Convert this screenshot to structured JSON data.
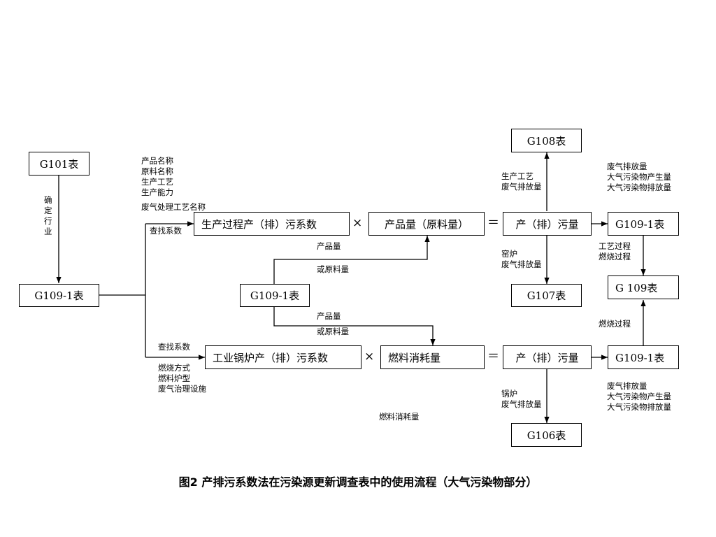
{
  "boxes": {
    "g101": "G101表",
    "g109_1_left": "G109-1表",
    "g109_1_mid": "G109-1表",
    "g108": "G108表",
    "g107": "G107表",
    "g106": "G106表",
    "g109": "G 109表",
    "g109_1_top_right": "G109-1表",
    "g109_1_bottom_right": "G109-1表",
    "process_coef": "生产过程产（排）污系数",
    "product_qty": "产品量（原料量）",
    "emission_top": "产（排）污量",
    "boiler_coef": "工业锅炉产（排）污系数",
    "fuel_qty": "燃料消耗量",
    "emission_bottom": "产（排）污量"
  },
  "operators": {
    "times": "×",
    "equals": "＝"
  },
  "labels": {
    "determine_industry": [
      "确",
      "定",
      "行",
      "业"
    ],
    "product_info": [
      "产品名称",
      "原料名称",
      "生产工艺",
      "生产能力"
    ],
    "waste_gas_process": "废气处理工艺名称",
    "lookup_top": "查找系数",
    "lookup_bottom": "查找系数",
    "boiler_info": [
      "燃烧方式",
      "燃料炉型",
      "废气治理设施"
    ],
    "product_qty_top_1": "产品量",
    "product_qty_top_2": "或原料量",
    "product_qty_bottom_1": "产品量",
    "product_qty_bottom_2": "或原料量",
    "g108_edge": [
      "生产工艺",
      "废气排放量"
    ],
    "g107_edge": [
      "窑炉",
      "废气排放量"
    ],
    "g106_edge": [
      "锅炉",
      "废气排放量"
    ],
    "top_right_info": [
      "废气排放量",
      "大气污染物产生量",
      "大气污染物排放量"
    ],
    "bottom_right_info": [
      "废气排放量",
      "大气污染物产生量",
      "大气污染物排放量"
    ],
    "process_combustion": [
      "工艺过程",
      "燃烧过程"
    ],
    "combustion_process": "燃烧过程",
    "fuel_consumption": "燃料消耗量"
  },
  "caption": "图2  产排污系数法在污染源更新调查表中的使用流程（大气污染物部分）"
}
